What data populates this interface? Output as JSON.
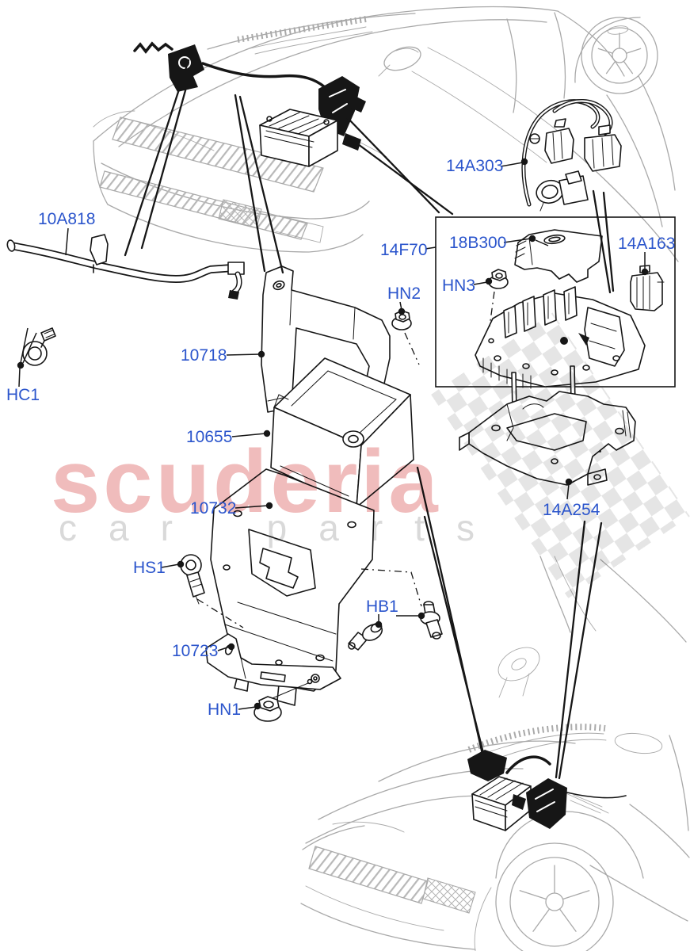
{
  "watermark": {
    "brand": "scuderia",
    "tagline": "car parts"
  },
  "colors": {
    "label": "#2b55cc",
    "line_art": "#161616",
    "car_outline": "#a9a9a9",
    "wm_pink": "#f0bcbc",
    "wm_gray": "#d9d9d9",
    "checker": "#e3e3e3"
  },
  "parts": {
    "p10A818": "10A818",
    "pHC1": "HC1",
    "p10718": "10718",
    "p10655": "10655",
    "p10732": "10732",
    "pHS1": "HS1",
    "pHB1": "HB1",
    "p10723": "10723",
    "pHN1": "HN1",
    "pHN2": "HN2",
    "p14F70": "14F70",
    "p18B300": "18B300",
    "pHN3": "HN3",
    "p14A163": "14A163",
    "p14A303": "14A303",
    "p14A254": "14A254"
  }
}
